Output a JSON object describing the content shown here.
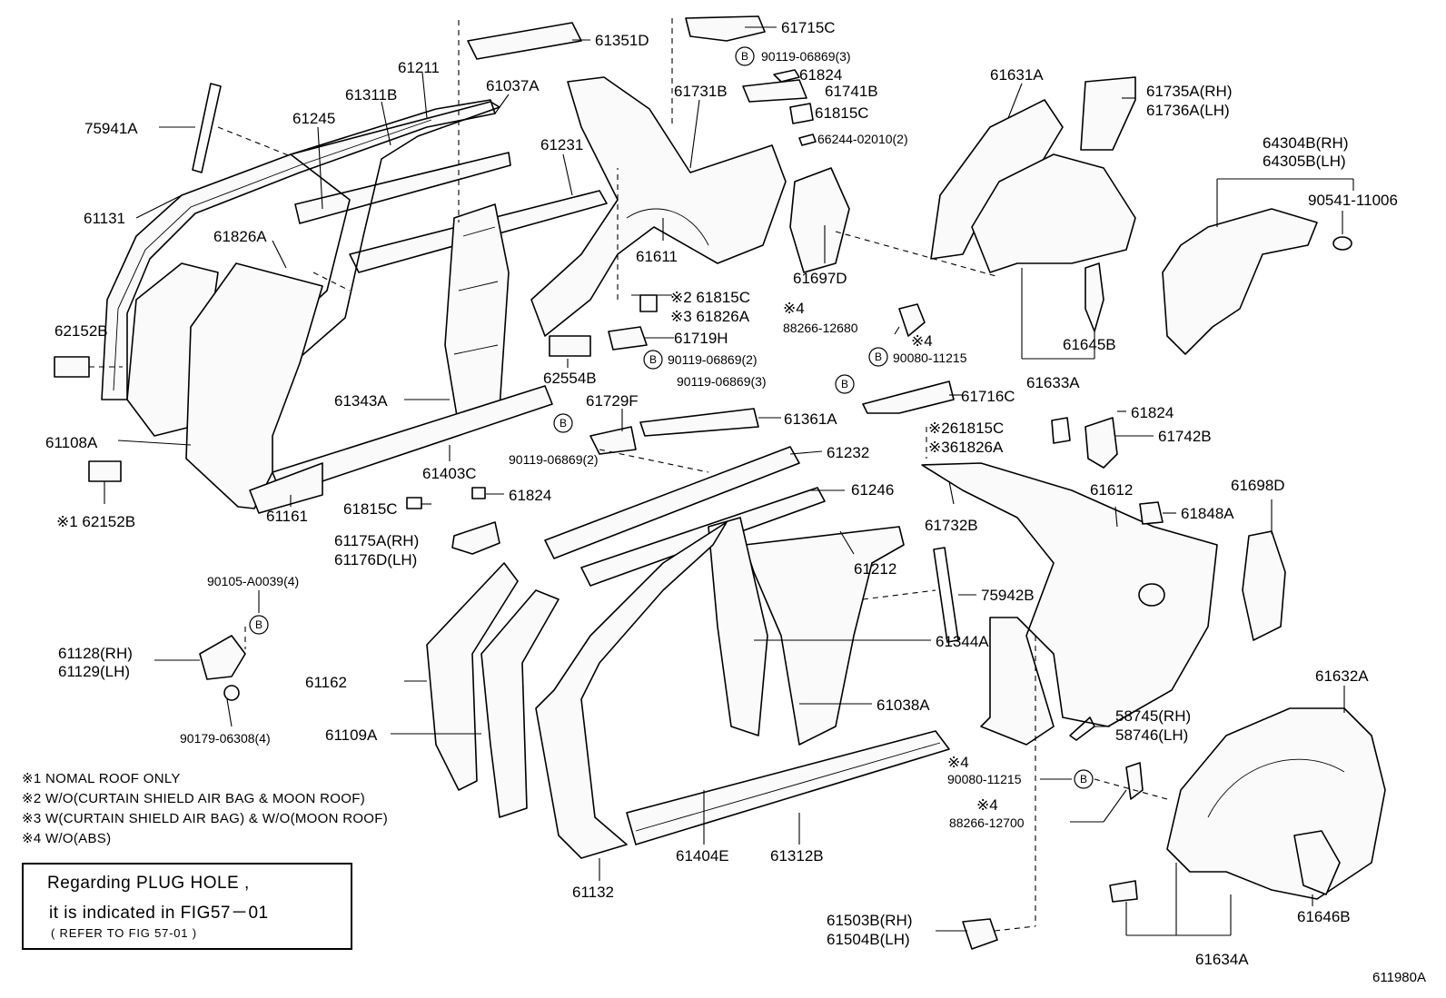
{
  "parts": {
    "p75941A": "75941A",
    "p61211": "61211",
    "p61311B": "61311B",
    "p61037A": "61037A",
    "p61245": "61245",
    "p61351D": "61351D",
    "p61715C": "61715C",
    "p90119_06869_3a": "90119-06869(3)",
    "p61824a": "61824",
    "p61741B": "61741B",
    "p61815Ca": "61815C",
    "p66244": "66244-02010(2)",
    "p61731B": "61731B",
    "p61231": "61231",
    "p61131": "61131",
    "p61826Aa": "61826A",
    "p61611": "61611",
    "p61697D": "61697D",
    "p61631A": "61631A",
    "p61735A": "61735A(RH)",
    "p61736A": "61736A(LH)",
    "p64304B": "64304B(RH)",
    "p64305B": "64305B(LH)",
    "p90541": "90541-11006",
    "p62152Ba": "62152B",
    "p61815Cb": "※2 61815C",
    "p61826Ab": "※3 61826A",
    "p61719H": "61719H",
    "p90119_06869_2a": "90119-06869(2)",
    "p62554B": "62554B",
    "p90119_06869_3b": "90119-06869(3)",
    "p4a": "※4",
    "p88266_12680": "88266-12680",
    "p4b": "※4",
    "p90080_11215a": "90080-11215",
    "p61645B": "61645B",
    "p61633A": "61633A",
    "p61343A": "61343A",
    "p61729F": "61729F",
    "p61716C": "61716C",
    "p61361A": "61361A",
    "p61824b": "61824",
    "p61108A": "61108A",
    "p61403C": "61403C",
    "p90119_06869_2b": "90119-06869(2)",
    "p61815Cc": "※261815C",
    "p61826Ac": "※361826A",
    "p61742B": "61742B",
    "p61232": "61232",
    "p62152Bb": "※1 62152B",
    "p61161": "61161",
    "p61815Cd": "61815C",
    "p61824c": "61824",
    "p61246": "61246",
    "p61612": "61612",
    "p61698D": "61698D",
    "p61175A": "61175A(RH)",
    "p61176D": "61176D(LH)",
    "p61732B": "61732B",
    "p61848A": "61848A",
    "p61212": "61212",
    "p90105": "90105-A0039(4)",
    "p75942B": "75942B",
    "p61128": "61128(RH)",
    "p61129": "61129(LH)",
    "p61344A": "61344A",
    "p61162": "61162",
    "p61038A": "61038A",
    "p61632A": "61632A",
    "p58745": "58745(RH)",
    "p58746": "58746(LH)",
    "p90179": "90179-06308(4)",
    "p61109A": "61109A",
    "p4c": "※4",
    "p90080_11215b": "90080-11215",
    "p4d": "※4",
    "p88266_12700": "88266-12700",
    "p61132": "61132",
    "p61404E": "61404E",
    "p61312B": "61312B",
    "p61503B": "61503B(RH)",
    "p61504B": "61504B(LH)",
    "p61646B": "61646B",
    "p61634A": "61634A"
  },
  "bubble": "B",
  "notes": {
    "n1": "※1 NOMAL ROOF ONLY",
    "n2": "※2 W/O(CURTAIN SHIELD AIR BAG & MOON ROOF)",
    "n3": "※3 W(CURTAIN SHIELD AIR BAG) & W/O(MOON ROOF)",
    "n4": "※4 W/O(ABS)"
  },
  "plug_box": {
    "line1": "Regarding PLUG HOLE ,",
    "line2": "it is indicated in FIG57－01",
    "line3": "(    REFER TO FIG     57-01      )"
  },
  "figure_id": "611980A"
}
